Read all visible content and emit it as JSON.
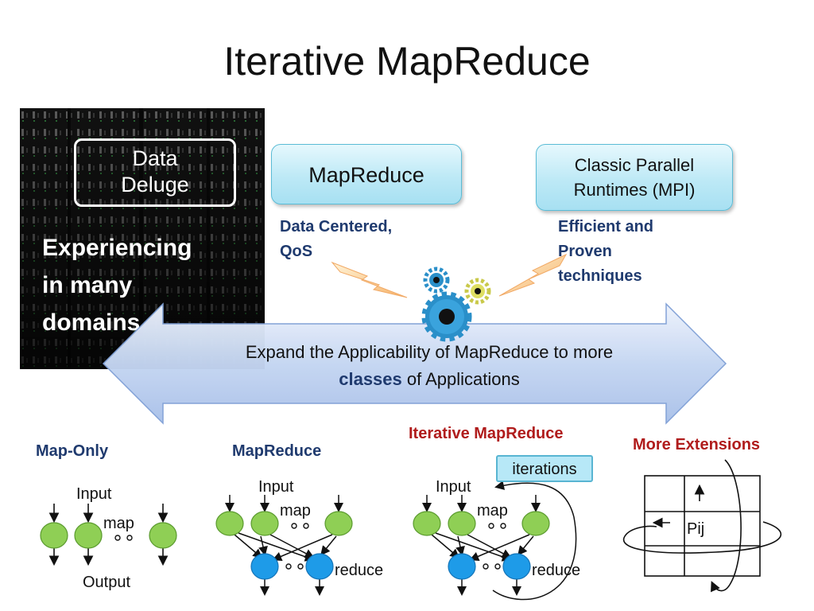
{
  "slide": {
    "title": "Iterative MapReduce",
    "photo": {
      "label_line1": "Data",
      "label_line2": "Deluge",
      "caption_line1": "Experiencing",
      "caption_line2": "in many",
      "caption_line3": "domains"
    },
    "mapreduce_box": "MapReduce",
    "mpi_box_line1": "Classic Parallel",
    "mpi_box_line2": "Runtimes (MPI)",
    "mapreduce_note_line1": "Data Centered,",
    "mapreduce_note_line2": "QoS",
    "mpi_note_line1": "Efficient and",
    "mpi_note_line2": "Proven",
    "mpi_note_line3": "techniques",
    "arrow_line1": "Expand the Applicability of MapReduce to more",
    "arrow_line2_bold": "classes",
    "arrow_line2_rest": " of Applications"
  },
  "panels": {
    "map_only": {
      "header": "Map-Only",
      "input": "Input",
      "map": "map",
      "output": "Output"
    },
    "mapreduce": {
      "header": "MapReduce",
      "input": "Input",
      "map": "map",
      "reduce": "reduce"
    },
    "iterative": {
      "header": "Iterative MapReduce",
      "iterations": "iterations",
      "input": "Input",
      "map": "map",
      "reduce": "reduce"
    },
    "extensions": {
      "header": "More Extensions",
      "cell_label": "Pij"
    }
  },
  "colors": {
    "map_node": "#8fcf55",
    "reduce_node": "#1e9be8",
    "header_blue": "#1f3a6e",
    "header_red": "#b01c1c",
    "box_fill": "#bde9f6"
  }
}
